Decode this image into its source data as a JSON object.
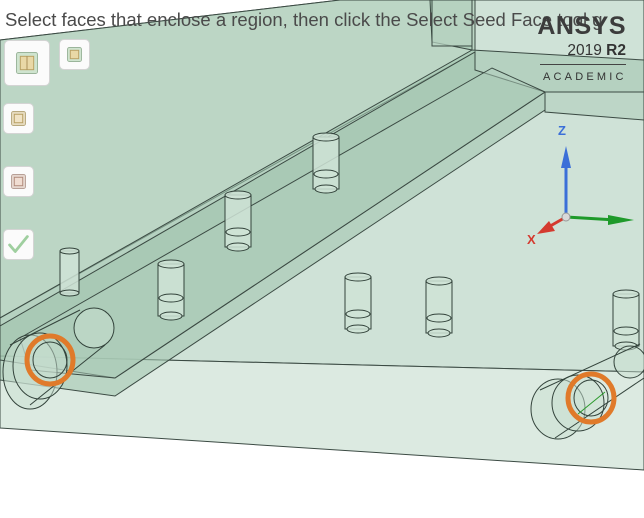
{
  "prompt": {
    "text": "Select faces that enclose a region, then click the Select Seed Face tool g"
  },
  "toolbar": [
    {
      "icon": "seed-face-icon",
      "name": "select-region-faces-tool",
      "state": "active"
    },
    {
      "icon": "seed-face-icon",
      "name": "select-seed-face-tool",
      "state": "normal"
    },
    {
      "icon": "seed-face-icon",
      "name": "select-boundary-faces-tool",
      "state": "normal"
    },
    {
      "icon": "seed-face-icon",
      "name": "select-second-faces-tool",
      "state": "normal"
    },
    {
      "icon": "checkmark-icon",
      "name": "complete-tool",
      "state": "normal"
    }
  ],
  "branding": {
    "name": "ANSYS",
    "version_year": "2019",
    "version_release": "R2",
    "edition": "ACADEMIC"
  },
  "triad": {
    "z": "Z",
    "x": "X",
    "z_color": "#3b6fd8",
    "x_color": "#d43a2f",
    "y_color": "#1e9a2a"
  },
  "colors": {
    "model_fill": "#a9cbb7",
    "model_edge": "#2c3a33",
    "selected_edge": "#e07a2a"
  }
}
